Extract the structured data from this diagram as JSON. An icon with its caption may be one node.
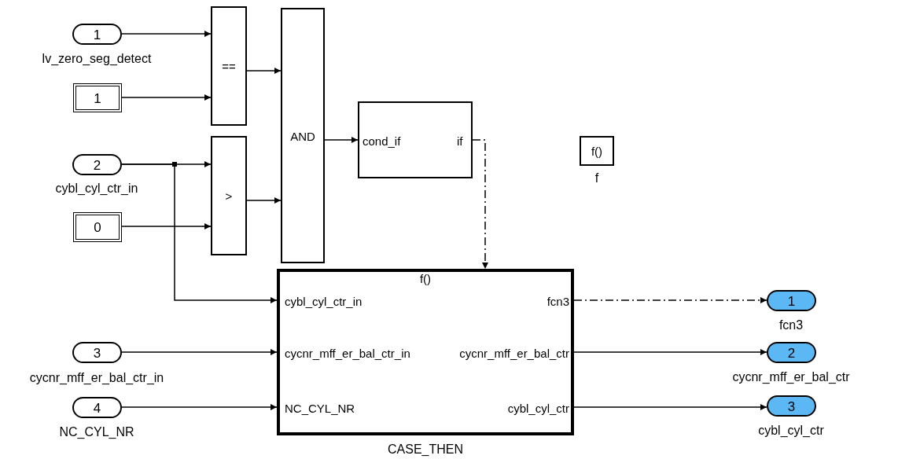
{
  "diagram": {
    "nodes": [
      {
        "text": [
          "1"
        ],
        "beside": [
          "lv_zero_seg_detect"
        ]
      },
      {
        "text": [
          "1"
        ]
      },
      {
        "text": [
          "2"
        ],
        "beside": [
          "cybl_cyl_ctr_in"
        ]
      },
      {
        "text": [
          "0"
        ]
      },
      {
        "text": [
          "3"
        ],
        "beside": [
          "cycnr_mff_er_bal_ctr_in"
        ]
      },
      {
        "text": [
          "4"
        ],
        "beside": [
          "NC_CYL_NR"
        ]
      },
      {
        "text": [
          "=="
        ]
      },
      {
        "text": [
          ">"
        ]
      },
      {
        "text": [
          "AND"
        ]
      },
      {
        "text": [
          "cond_if",
          "if"
        ]
      },
      {
        "text": [
          "f()"
        ],
        "beside": [
          "f"
        ]
      },
      {
        "text": [
          "f()",
          "cybl_cyl_ctr_in",
          "cycnr_mff_er_bal_ctr_in",
          "NC_CYL_NR",
          "fcn3",
          "cycnr_mff_er_bal_ctr",
          "cybl_cyl_ctr"
        ],
        "beside": [
          "CASE_THEN"
        ]
      },
      {
        "text": [
          "1"
        ],
        "beside": [
          "fcn3"
        ]
      },
      {
        "text": [
          "2"
        ],
        "beside": [
          "cycnr_mff_er_bal_ctr"
        ]
      },
      {
        "text": [
          "3"
        ],
        "beside": [
          "cybl_cyl_ctr"
        ]
      }
    ],
    "edges": [
      {
        "from": 0,
        "to": 6,
        "arrow": "to"
      },
      {
        "from": 1,
        "to": 6,
        "arrow": "to"
      },
      {
        "from": 2,
        "to": 7,
        "arrow": "to"
      },
      {
        "from": 3,
        "to": 7,
        "arrow": "to"
      },
      {
        "from": 6,
        "to": 8,
        "arrow": "to"
      },
      {
        "from": 7,
        "to": 8,
        "arrow": "to"
      },
      {
        "from": 8,
        "to": 9,
        "arrow": "to"
      },
      {
        "from": 9,
        "to": 11,
        "arrow": "to",
        "style": "dashed"
      },
      {
        "from": 2,
        "to": 11,
        "arrow": "to"
      },
      {
        "from": 4,
        "to": 11,
        "arrow": "to"
      },
      {
        "from": 5,
        "to": 11,
        "arrow": "to"
      },
      {
        "from": 11,
        "to": 12,
        "arrow": "to",
        "style": "dashed"
      },
      {
        "from": 11,
        "to": 13,
        "arrow": "to"
      },
      {
        "from": 11,
        "to": 14,
        "arrow": "to"
      }
    ]
  }
}
